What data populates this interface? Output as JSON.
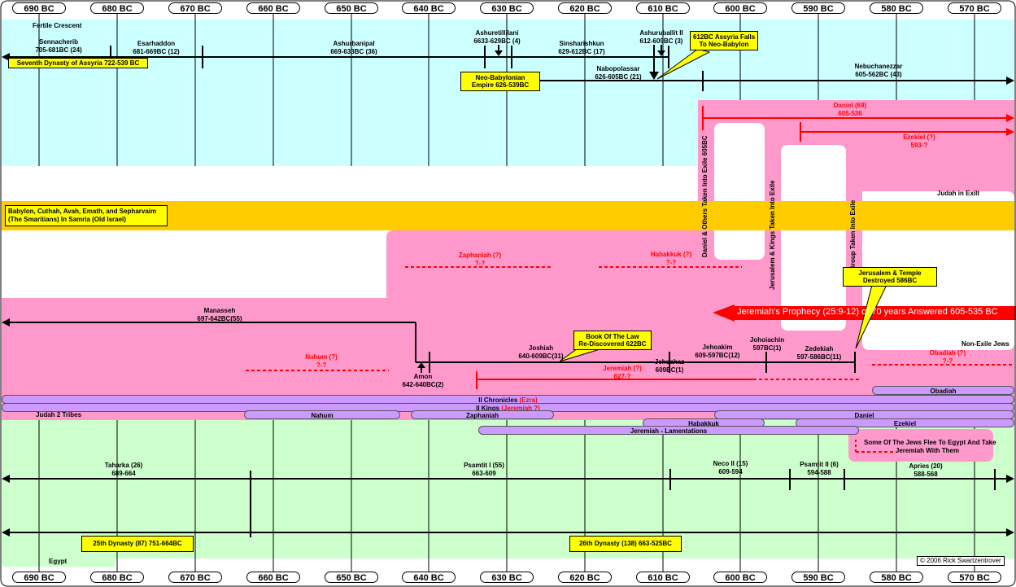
{
  "year_labels": [
    "690 BC",
    "680 BC",
    "670 BC",
    "660 BC",
    "650 BC",
    "640 BC",
    "630 BC",
    "620 BC",
    "610 BC",
    "600 BC",
    "590 BC",
    "580 BC",
    "570 BC"
  ],
  "regions": {
    "fertile_crescent": "Fertile Crescent",
    "judah_2_tribes": "Judah 2 Tribes",
    "egypt": "Egypt",
    "judah_in_exile": "Judah in Exilt",
    "non_exile_jews": "Non-Exile Jews"
  },
  "assyria": {
    "kings": [
      {
        "name": "Sennacherib",
        "dates": "705-681BC (24)"
      },
      {
        "name": "Esarhaddon",
        "dates": "681-669BC (12)"
      },
      {
        "name": "Ashurbanipal",
        "dates": "669-633BC (36)"
      },
      {
        "name": "Ashuretillilani",
        "dates": "6633-629BC (4)"
      },
      {
        "name": "Sinsharishkun",
        "dates": "629-612BC (17)"
      },
      {
        "name": "Ashuruballit II",
        "dates": "612-609BC (3)"
      }
    ],
    "dynasty_box": "Seventh Dynasty of  Assyria 722-539 BC",
    "falls_box": [
      "612BC  Assyria Falls",
      "To Neo-Babylon"
    ]
  },
  "babylon": {
    "empire_box": [
      "Neo-Babylonian",
      "Empire 626-539BC"
    ],
    "kings": [
      {
        "name": "Nabopolassar",
        "dates": "626-605BC (21)"
      },
      {
        "name": "Nebuchanezzar",
        "dates": "605-562BC (43)"
      }
    ]
  },
  "exile": {
    "prophets": [
      {
        "name": "Daniel (69)",
        "dates": "605-536"
      },
      {
        "name": "Ezekiel (?)",
        "dates": "593-?"
      }
    ],
    "waves": [
      "Daniel & Others Taken Into Exile 605BC",
      "Jerusalem & Kings Taken Into Exile",
      "3rd Group Taken Into Exile"
    ]
  },
  "samaria_box": [
    "Babylon, Cuthah, Avah, Emath, and Sepharvaim",
    "(The Smaritians) In Samria (Old Israel)"
  ],
  "prophets_mid": [
    {
      "name": "Zaphaniah (?)",
      "dates": "?-?"
    },
    {
      "name": "Habakkuk (?)",
      "dates": "?-?"
    },
    {
      "name": "Nahum (?)",
      "dates": "?-?"
    },
    {
      "name": "Jeremiah (?)",
      "dates": "627-?"
    },
    {
      "name": "Obadiah (?)",
      "dates": "?-?"
    }
  ],
  "temple_box": [
    "Jerusalem & Temple",
    "Destroyed 586BC"
  ],
  "prophecy": "Jeremiah's Prophecy (25:9-12) of 70 years Answered 605-535 BC",
  "law_box": [
    "Book Of The Law",
    "Re-Discovered 622BC"
  ],
  "judah_kings": [
    {
      "name": "Manasseh",
      "dates": "697-642BC(55)"
    },
    {
      "name": "Amon",
      "dates": "642-640BC(2)"
    },
    {
      "name": "Joshiah",
      "dates": "640-609BC(31)"
    },
    {
      "name": "Jehoahaz",
      "dates": "609BC(1)"
    },
    {
      "name": "Jehoakim",
      "dates": "609-597BC(12)"
    },
    {
      "name": "Johoiachin",
      "dates": "597BC(1)"
    },
    {
      "name": "Zedekiah",
      "dates": "597-586BC(11)"
    }
  ],
  "books": {
    "chronicles": {
      "label": "II Chronicles",
      "note": "(Ezra)"
    },
    "kings": {
      "label": "II Kings",
      "note": "(Jeremiah ?)"
    },
    "nahum": "Nahum",
    "zaphaniah": "Zaphaniah",
    "habakkuk": "Habakkuk",
    "daniel": "Daniel",
    "ezekiel": "Ezekiel",
    "obadiah": "Obadiah",
    "jeremiah": "Jeremiah - Lamentations"
  },
  "egypt_flee": [
    "Some Of The Jews Flee To Egypt And Take",
    "Jeremiah With Them"
  ],
  "egypt_kings": [
    {
      "name": "Taharka (26)",
      "dates": "689-664"
    },
    {
      "name": "Psamtit I (55)",
      "dates": "663-609"
    },
    {
      "name": "Neco II (15)",
      "dates": "609-594"
    },
    {
      "name": "Psamtit II (6)",
      "dates": "594-588"
    },
    {
      "name": "Apries (20)",
      "dates": "588-568"
    }
  ],
  "egypt_dynasties": [
    "25th Dynasty (87) 751-664BC",
    "26th Dynasty (138) 663-525BC"
  ],
  "copyright": "© 2006 Rick Swartzentrover",
  "colors": {
    "fertile": "#ccffff",
    "judah": "#ff99cc",
    "egypt": "#ccffcc",
    "samaria": "#ffcc00",
    "book": "#cc99ff",
    "highlight": "#ffff00",
    "prophet": "#ff0000"
  }
}
